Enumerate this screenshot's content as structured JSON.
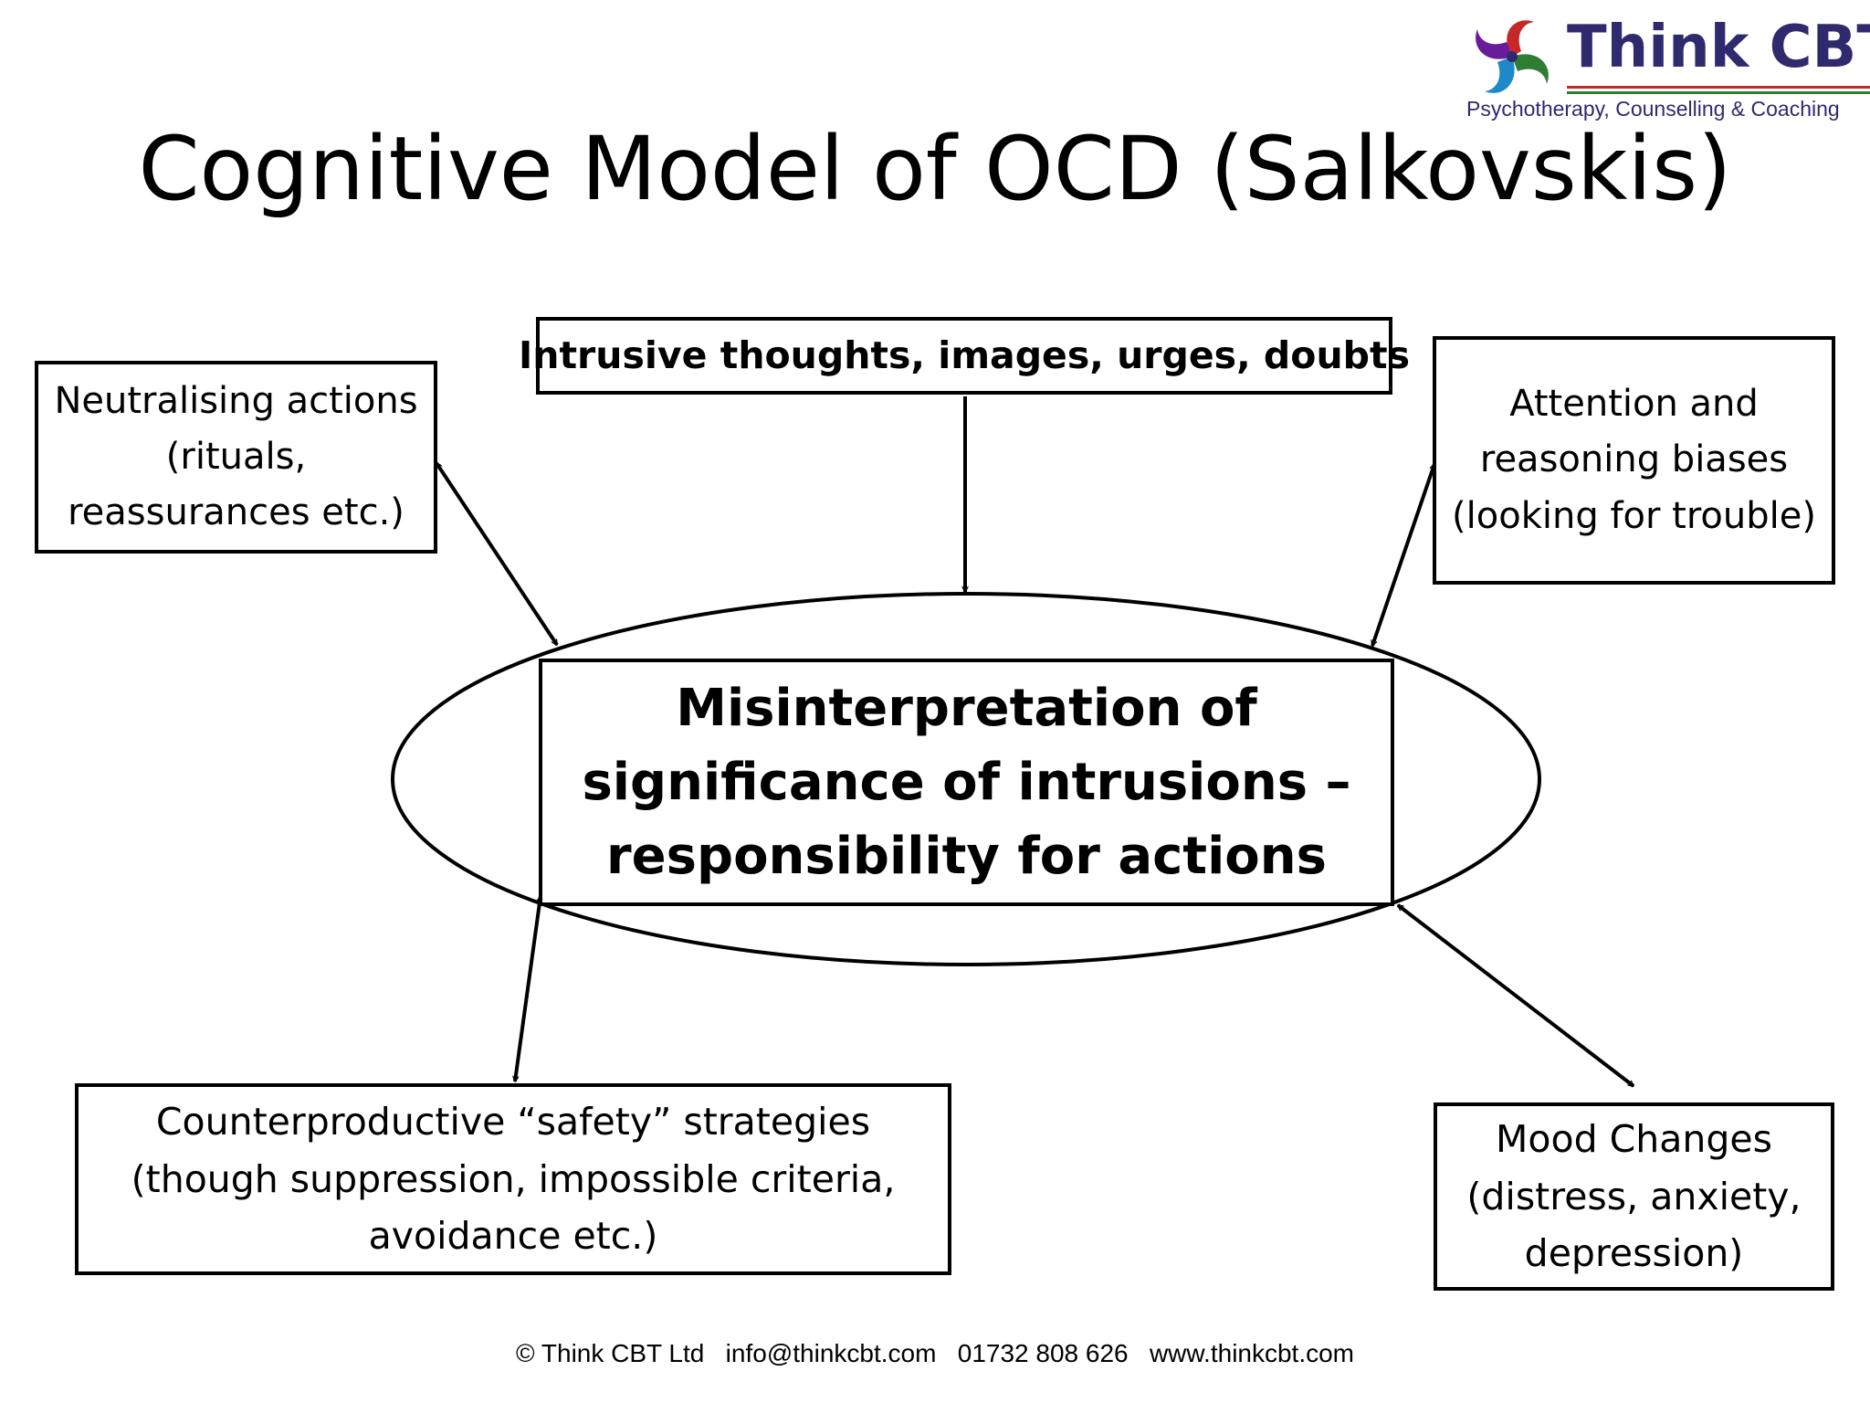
{
  "brand": {
    "name": "Think CBT",
    "tagline": "Psychotherapy, Counselling & Coaching",
    "logo_icon": "swirl-logo-icon",
    "colors": {
      "red": "#c62828",
      "green": "#2e7d32",
      "blue": "#1e88c8",
      "navy": "#2f2a6e"
    }
  },
  "title": "Cognitive Model of OCD (Salkovskis)",
  "nodes": {
    "intrusions": "Intrusive thoughts, images, urges, doubts",
    "neutralising": "Neutralising actions (rituals, reassurances etc.)",
    "attention": "Attention and reasoning biases (looking for trouble)",
    "core": "Misinterpretation of significance of intrusions – responsibility for actions",
    "safety": "Counterproductive “safety” strategies (though suppression, impossible criteria, avoidance etc.)",
    "mood": "Mood Changes (distress, anxiety, depression)"
  },
  "edges": [
    {
      "from": "intrusions",
      "to": "core",
      "direction": "one-way"
    },
    {
      "from": "neutralising",
      "to": "core",
      "direction": "two-way"
    },
    {
      "from": "attention",
      "to": "core",
      "direction": "two-way"
    },
    {
      "from": "safety",
      "to": "core",
      "direction": "two-way"
    },
    {
      "from": "mood",
      "to": "core",
      "direction": "two-way"
    }
  ],
  "footer": "© Think CBT Ltd   info@thinkcbt.com   01732 808 626   www.thinkcbt.com"
}
